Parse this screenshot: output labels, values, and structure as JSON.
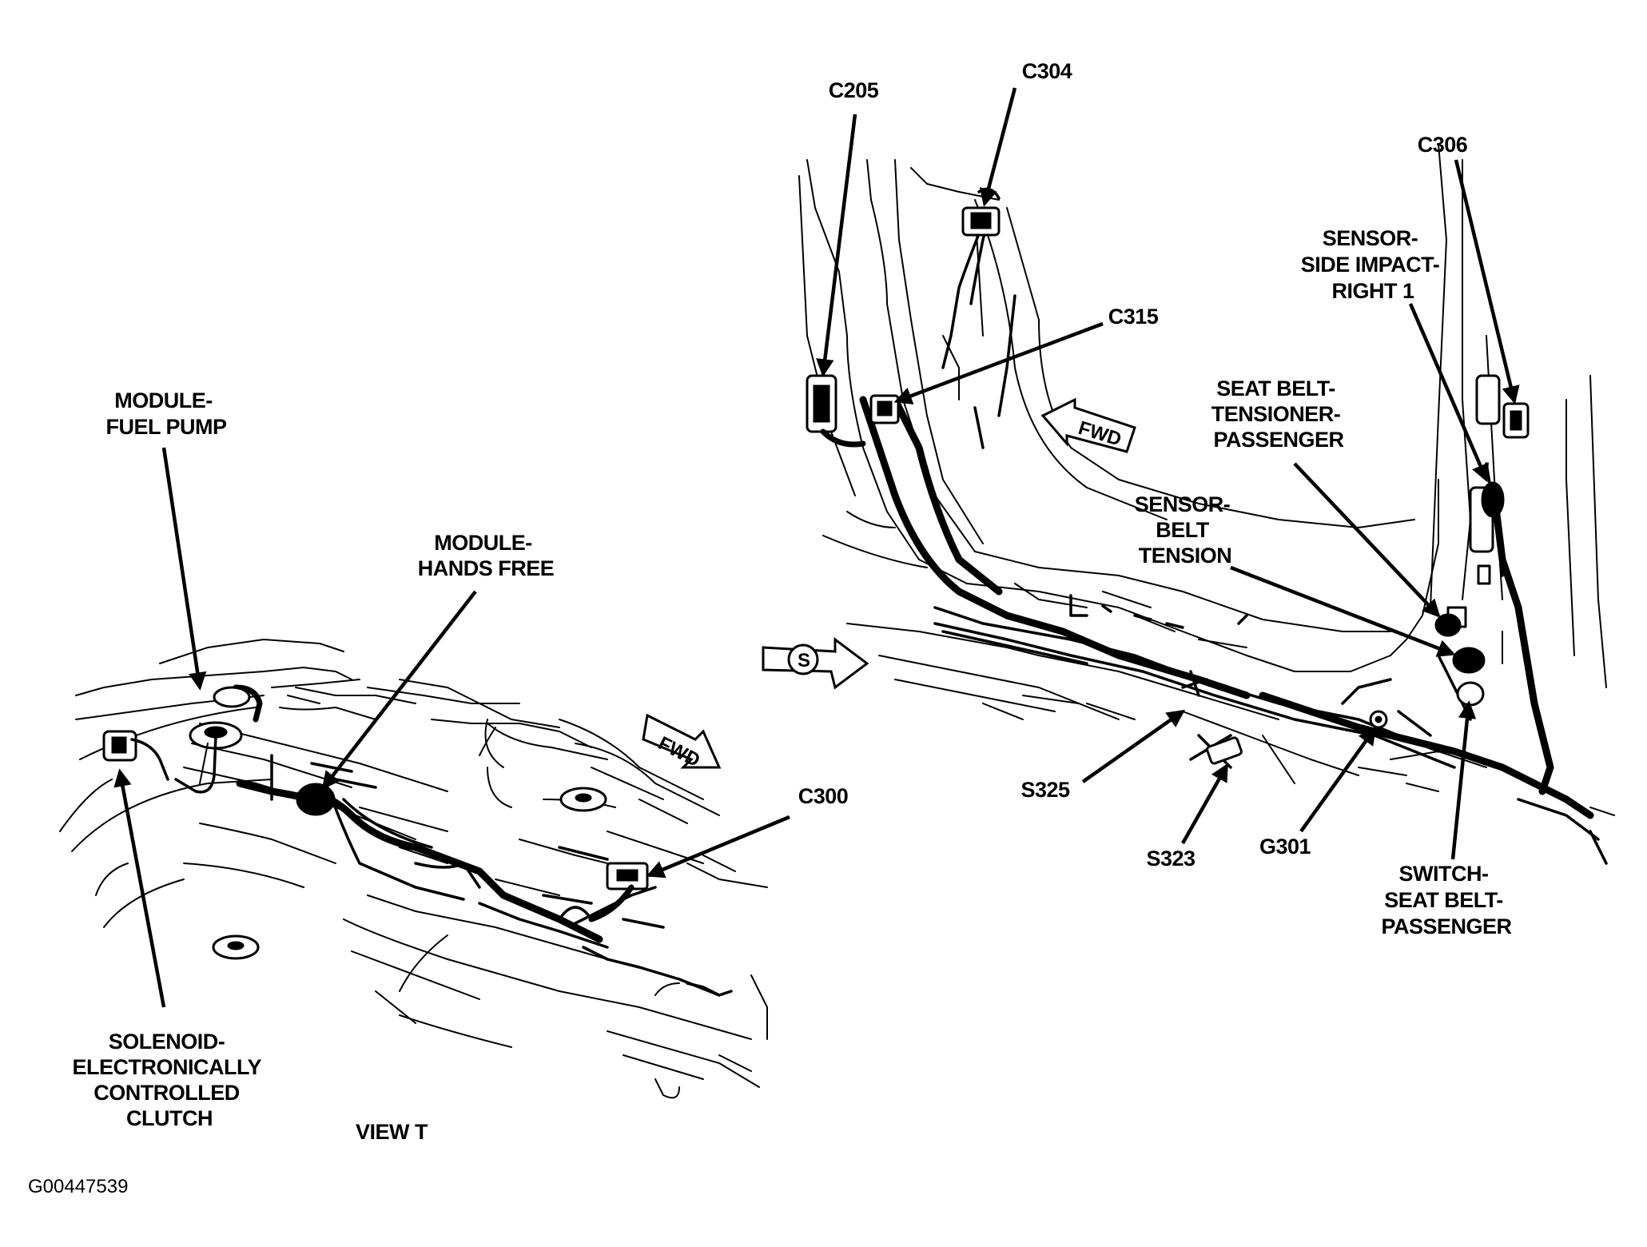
{
  "labels": {
    "module_fuel_pump": [
      "MODULE-",
      "FUEL PUMP"
    ],
    "module_hands_free": [
      "MODULE-",
      "HANDS FREE"
    ],
    "solenoid_clutch": [
      "SOLENOID-",
      "ELECTRONICALLY",
      "CONTROLLED",
      "CLUTCH"
    ],
    "c300": "C300",
    "view_t": "VIEW T",
    "c205": "C205",
    "c304": "C304",
    "c315": "C315",
    "c306": "C306",
    "sensor_side_impact": [
      "SENSOR-",
      "SIDE IMPACT-",
      "RIGHT 1"
    ],
    "seat_belt_tensioner": [
      "SEAT BELT-",
      "TENSIONER-",
      "PASSENGER"
    ],
    "sensor_belt_tension": [
      "SENSOR-",
      "BELT",
      "TENSION"
    ],
    "s325": "S325",
    "s323": "S323",
    "g301": "G301",
    "switch_seat_belt": [
      "SWITCH-",
      "SEAT BELT-",
      "PASSENGER"
    ],
    "fwd_left": "FWD",
    "fwd_right": "FWD",
    "s_marker": "S"
  },
  "figure_code": "G00447539"
}
